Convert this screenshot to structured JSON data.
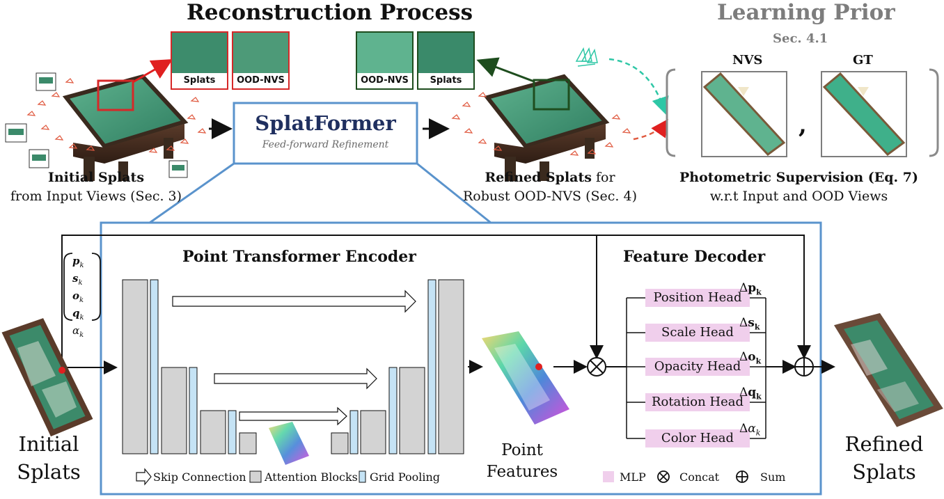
{
  "top": {
    "title": "Reconstruction Process",
    "prior_title": "Learning Prior",
    "prior_sec": "Sec. 4.1",
    "initial_caption_bold": "Initial Splats",
    "initial_caption": "from Input Views (Sec. 3)",
    "refined_caption_bold": "Refined Splats",
    "refined_caption_rest": " for",
    "refined_caption2": "Robust OOD-NVS (Sec. 4)",
    "splatformer": "SplatFormer",
    "splatformer_sub": "Feed-forward Refinement",
    "thumb_splats": "Splats",
    "thumb_oodnvs": "OOD-NVS",
    "nvs_label": "NVS",
    "gt_label": "GT",
    "comma": ",",
    "supervision_bold": "Photometric Supervision (Eq. 7)",
    "supervision": "w.r.t Input and OOD Views"
  },
  "bottom": {
    "encoder_title": "Point Transformer Encoder",
    "decoder_title": "Feature Decoder",
    "initial_l1": "Initial",
    "initial_l2": "Splats",
    "refined_l1": "Refined",
    "refined_l2": "Splats",
    "point_l1": "Point",
    "point_l2": "Features",
    "params": [
      "p",
      "s",
      "o",
      "q",
      "α"
    ],
    "heads": [
      "Position Head",
      "Scale Head",
      "Opacity Head",
      "Rotation Head",
      "Color Head"
    ],
    "deltas": [
      "p",
      "s",
      "o",
      "q",
      "α"
    ],
    "legend": {
      "skip": "Skip Connection",
      "attention": "Attention Blocks",
      "pooling": "Grid Pooling",
      "mlp": "MLP",
      "concat": "Concat",
      "sum": "Sum"
    }
  },
  "colors": {
    "blue_frame": "#5a93cc",
    "red": "#d62828",
    "dark_green": "#1e4d1e",
    "mlp_pink": "#f0cfec",
    "pool_blue": "#c5e3f5",
    "attention_gray": "#d3d3d3",
    "teal": "#2ec7a6",
    "splatformer_navy": "#1f2f5f"
  }
}
